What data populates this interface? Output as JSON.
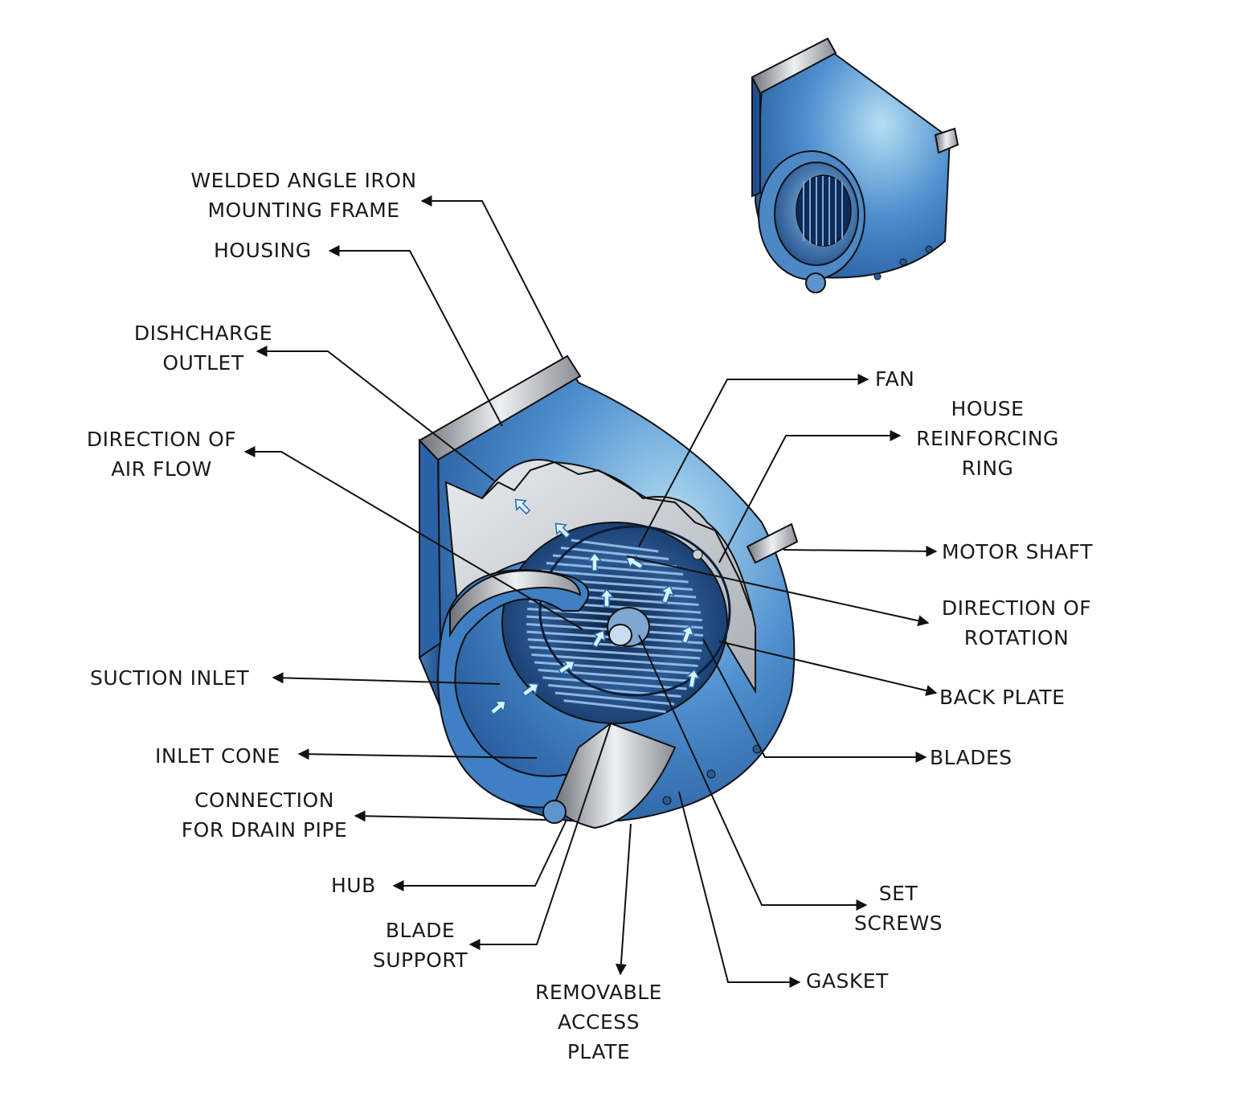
{
  "labels": {
    "welded_frame": [
      "WELDED ANGLE IRON",
      "MOUNTING FRAME"
    ],
    "housing": [
      "HOUSING"
    ],
    "discharge_outlet": [
      "DISHCHARGE",
      "OUTLET"
    ],
    "direction_air_flow": [
      "DIRECTION OF",
      "AIR FLOW"
    ],
    "suction_inlet": [
      "SUCTION INLET"
    ],
    "inlet_cone": [
      "INLET CONE"
    ],
    "drain_connection": [
      "CONNECTION",
      "FOR DRAIN PIPE"
    ],
    "hub": [
      "HUB"
    ],
    "blade_support": [
      "BLADE",
      "SUPPORT"
    ],
    "access_plate": [
      "REMOVABLE",
      "ACCESS",
      "PLATE"
    ],
    "fan": [
      "FAN"
    ],
    "reinforcing_ring": [
      "HOUSE",
      "REINFORCING",
      "RING"
    ],
    "motor_shaft": [
      "MOTOR SHAFT"
    ],
    "direction_rotation": [
      "DIRECTION OF",
      "ROTATION"
    ],
    "back_plate": [
      "BACK PLATE"
    ],
    "blades": [
      "BLADES"
    ],
    "set_screws": [
      "SET",
      "SCREWS"
    ],
    "gasket": [
      "GASKET"
    ]
  },
  "colors": {
    "housing_dark": "#1d4f92",
    "housing_mid": "#3f7fc4",
    "housing_light": "#a9d3ee",
    "steel": "#b9bcc2",
    "line": "#111111",
    "arrow_fill": "#d9f2fb"
  }
}
